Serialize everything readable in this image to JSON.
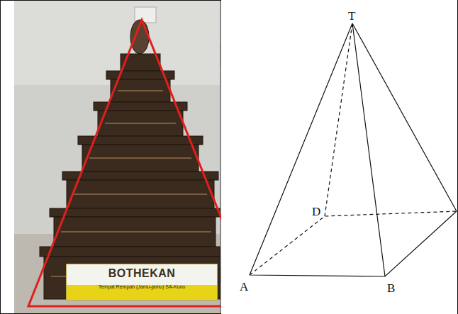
{
  "diagram": {
    "nodes": [
      {
        "text": [
          "BOTHEKAN",
          "Tempat Rempah (Jamu-jamu) SA-Kuno"
        ]
      }
    ],
    "labels": [
      "T",
      "D",
      "A",
      "B"
    ]
  }
}
